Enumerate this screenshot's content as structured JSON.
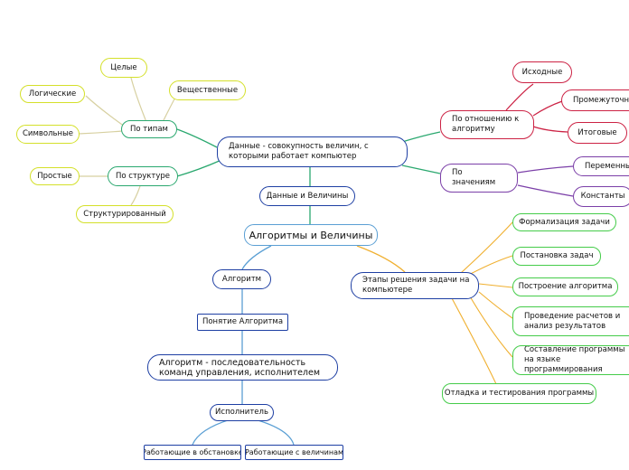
{
  "map": {
    "central": "Алгоритмы и Величины",
    "data_branch": {
      "label": "Данные и Величины",
      "definition": "Данные - совокупность величин, с которыми работает компьютер",
      "by_types": {
        "label": "По типам",
        "items": [
          "Целые",
          "Логические",
          "Вещественные",
          "Символьные"
        ]
      },
      "by_structure": {
        "label": "По структуре",
        "items": [
          "Простые",
          "Структурированный"
        ]
      },
      "by_relation": {
        "label": "По отношению к алгоритму",
        "items": [
          "Исходные",
          "Промежуточные",
          "Итоговые"
        ]
      },
      "by_values": {
        "label": "По значениям",
        "items": [
          "Переменные",
          "Константы"
        ]
      }
    },
    "algorithm_branch": {
      "label": "Алгоритм",
      "concept": "Понятие Алгоритма",
      "definition": "Алгоритм - последовательность команд управления, исполнителем",
      "executor": "Исполнитель",
      "executor_items": [
        "Работающие в обстановке",
        "Работающие с величинам"
      ]
    },
    "stages_branch": {
      "label": "Этапы решения задачи на компьютере",
      "items": [
        "Формализация задачи",
        "Постановка задач",
        "Построение алгоритма",
        "Проведение расчетов и анализ результатов",
        "Составление программы на языке программирования",
        "Отладка и тестирования программы"
      ]
    }
  },
  "colors": {
    "central_border": "#5a9fd4",
    "topic_border": "#1e3fa3",
    "green_branch": "#2aa86f",
    "red_branch": "#cc2244",
    "purple_branch": "#7b3fa8",
    "yellow_leaf": "#d4e02a",
    "green_leaf": "#45cc4a",
    "orange_connector": "#f0b030",
    "blue_connector": "#5a9fd4"
  }
}
